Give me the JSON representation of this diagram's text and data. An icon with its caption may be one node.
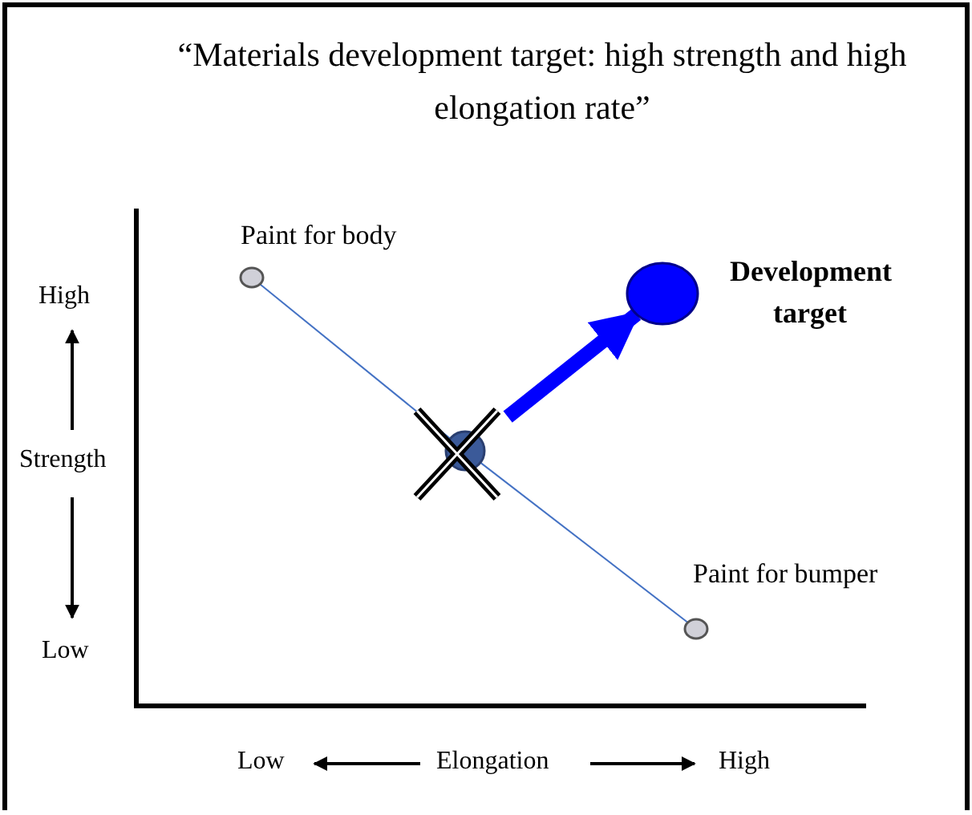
{
  "diagram": {
    "title": "“Materials development target: high strength and high elongation rate”",
    "nodes": [
      {
        "text": [],
        "shape": "circle",
        "beside": [
          "Paint for body"
        ]
      },
      {
        "text": [],
        "shape": "circle",
        "beside": [
          "Paint for bumper"
        ]
      },
      {
        "text": [],
        "shape": "circle"
      },
      {
        "text": [],
        "shape": "circle",
        "beside": [
          "Development target"
        ]
      }
    ],
    "edges": [
      {
        "from": 0,
        "to": 2,
        "arrow": "none",
        "color": "#4472c4"
      },
      {
        "from": 2,
        "to": 1,
        "arrow": "none",
        "color": "#4472c4"
      },
      {
        "from": 2,
        "to": 3,
        "arrow": "to",
        "style": "thick",
        "color": "#0000ff"
      }
    ],
    "labels": [
      "High",
      "Strength",
      "Low",
      "Low",
      "Elongation",
      "High"
    ]
  }
}
